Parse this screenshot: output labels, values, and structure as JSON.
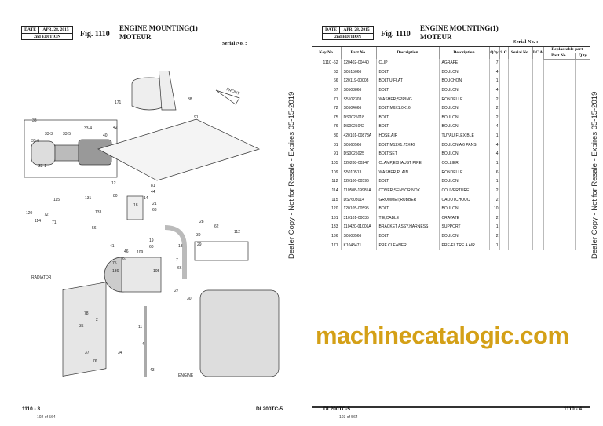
{
  "left_page": {
    "date_label": "DATE",
    "date": "APR. 28, 2015",
    "edition": "2nd EDITION",
    "fig": "Fig. 1110",
    "title1": "ENGINE MOUNTING(1)",
    "title2": "MOTEUR",
    "serial": "Serial No. :",
    "page_no": "1110 - 3",
    "page_of": "102 of 564",
    "model": "DL200TC-5",
    "side_text": "Dealer Copy - Not for Resale - Expires 05-15-2019",
    "callouts": [
      "171",
      "38",
      "FRONT",
      "91",
      "33",
      "33-4",
      "33-3",
      "33-5",
      "33-6",
      "33-1",
      "42",
      "40",
      "12",
      "80",
      "81",
      "44",
      "14",
      "21",
      "63",
      "18",
      "115",
      "131",
      "120",
      "114",
      "72",
      "71",
      "133",
      "56",
      "28",
      "62",
      "112",
      "39",
      "41",
      "46",
      "67",
      "109",
      "75",
      "136",
      "19",
      "60",
      "13",
      "29",
      "7",
      "66",
      "105",
      "RADIATOR",
      "ENGINE",
      "4",
      "2",
      "43",
      "76",
      "35",
      "11",
      "78",
      "37",
      "34",
      "27",
      "30"
    ]
  },
  "right_page": {
    "date_label": "DATE",
    "date": "APR. 28, 2015",
    "edition": "2nd EDITION",
    "fig": "Fig. 1110",
    "title1": "ENGINE MOUNTING(1)",
    "title2": "MOTEUR",
    "serial": "Serial No. :",
    "page_no": "1110 - 4",
    "page_of": "103 of 564",
    "model": "DL200TC-5",
    "side_text": "Dealer Copy - Not for Resale - Expires 05-15-2019",
    "headers": {
      "key": "Key No.",
      "part": "Part No.",
      "desc_en": "Description",
      "desc_fr": "Description",
      "qty": "Q'ty",
      "sc": "S.C",
      "serial": "Serial No.",
      "ica": "I C A",
      "replaceable": "Replaceable part",
      "rep_part": "Part No.",
      "rep_qty": "Q'ty"
    },
    "rows": [
      {
        "key": "1110 -62",
        "part": "120402-00440",
        "en": "CLIP",
        "fr": "AGRAFE",
        "qty": "7"
      },
      {
        "key": "63",
        "part": "S0515066",
        "en": "BOLT",
        "fr": "BOULON",
        "qty": "4"
      },
      {
        "key": "66",
        "part": "120119-00008",
        "en": "BOLT,U;FLAT",
        "fr": "BOUCHON",
        "qty": "1"
      },
      {
        "key": "67",
        "part": "S0508866",
        "en": "BOLT",
        "fr": "BOULON",
        "qty": "4"
      },
      {
        "key": "71",
        "part": "S5102303",
        "en": "WASHER;SPRING",
        "fr": "RONDELLE",
        "qty": "2"
      },
      {
        "key": "72",
        "part": "S0504666",
        "en": "BOLT M6X1.0X16",
        "fr": "BOULON",
        "qty": "2"
      },
      {
        "key": "75",
        "part": "DS0025018",
        "en": "BOLT",
        "fr": "BOULON",
        "qty": "2"
      },
      {
        "key": "76",
        "part": "DS0025042",
        "en": "BOLT",
        "fr": "BOULON",
        "qty": "4"
      },
      {
        "key": "80",
        "part": "420101-00878A",
        "en": "HOSE,AIR",
        "fr": "TUYAU FLEXIBLE",
        "qty": "1"
      },
      {
        "key": "81",
        "part": "S0560566",
        "en": "BOLT M12X1.75X40",
        "fr": "BOULON A 6 PANS",
        "qty": "4"
      },
      {
        "key": "91",
        "part": "DS0025025",
        "en": "BOLT;SET",
        "fr": "BOULON",
        "qty": "4"
      },
      {
        "key": "105",
        "part": "120208-00247",
        "en": "CLAMP,EXHAUST PIPE",
        "fr": "COLLIER",
        "qty": "1"
      },
      {
        "key": "109",
        "part": "S5010513",
        "en": "WASHER,PLAIN",
        "fr": "RONDELLE",
        "qty": "6"
      },
      {
        "key": "112",
        "part": "120106-00596",
        "en": "BOLT",
        "fr": "BOULON",
        "qty": "1"
      },
      {
        "key": "114",
        "part": "110508-19985A",
        "en": "COVER;SENSOR,NOX",
        "fr": "COUVERTURE",
        "qty": "2"
      },
      {
        "key": "115",
        "part": "DS7603014",
        "en": "GROMMET;RUBBER",
        "fr": "CAOUTCHOUC",
        "qty": "2"
      },
      {
        "key": "120",
        "part": "120105-00595",
        "en": "BOLT",
        "fr": "BOULON",
        "qty": "10"
      },
      {
        "key": "131",
        "part": "310101-00035",
        "en": "TIE,CABLE",
        "fr": "CRAVATE",
        "qty": "2"
      },
      {
        "key": "133",
        "part": "110420-01006A",
        "en": "BRACKET ASSY,HARNESS",
        "fr": "SUPPORT",
        "qty": "1"
      },
      {
        "key": "136",
        "part": "S0508566",
        "en": "BOLT",
        "fr": "BOULON",
        "qty": "2"
      },
      {
        "key": "171",
        "part": "K1043471",
        "en": "PRE CLEANER",
        "fr": "PRE-FILTRE A AIR",
        "qty": "1"
      }
    ]
  },
  "watermark": "machinecatalogic.com"
}
